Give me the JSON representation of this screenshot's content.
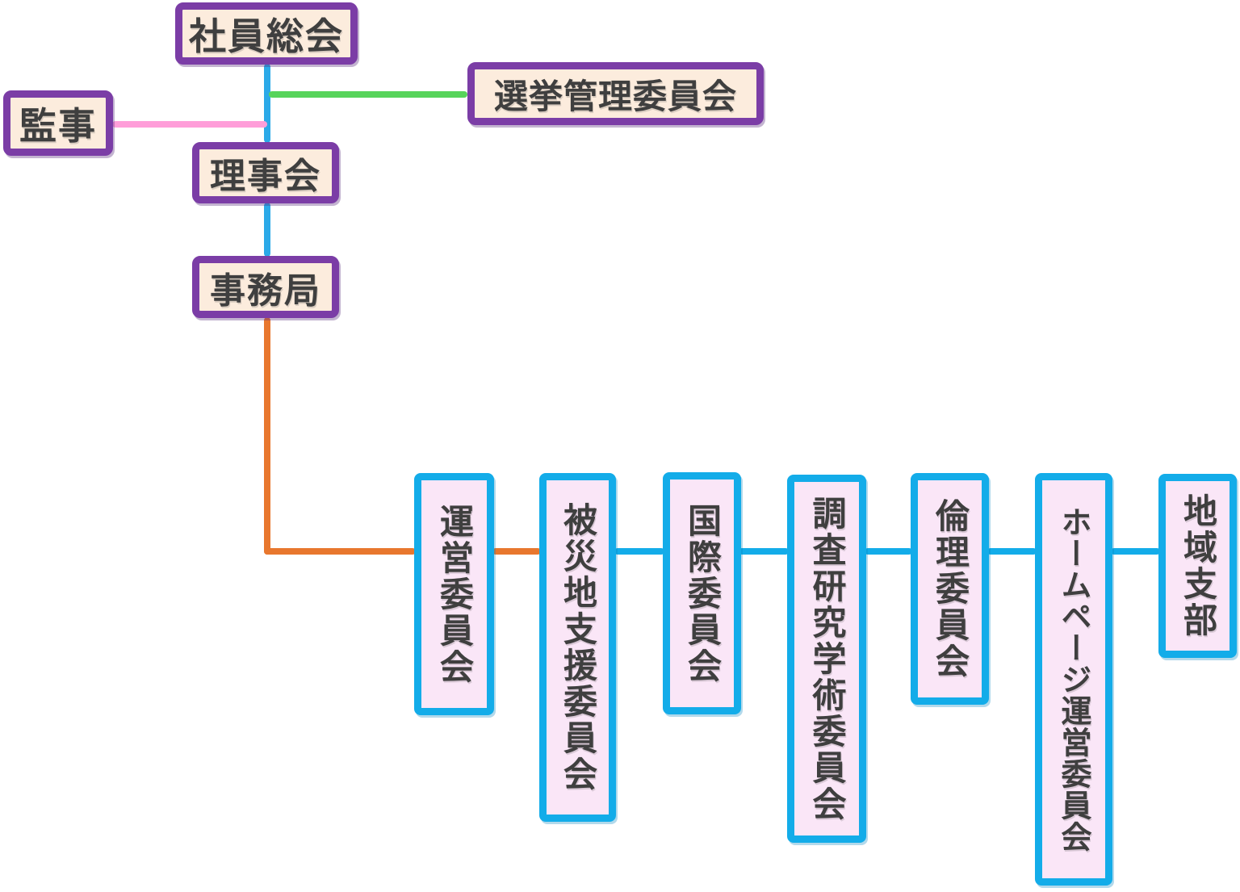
{
  "diagram": {
    "type": "organization-chart",
    "language": "ja",
    "nodes": {
      "general_meeting": {
        "label": "社員総会",
        "style": "purple-horizontal"
      },
      "auditor": {
        "label": "監事",
        "style": "purple-horizontal"
      },
      "election_committee": {
        "label": "選挙管理委員会",
        "style": "purple-horizontal"
      },
      "board": {
        "label": "理事会",
        "style": "purple-horizontal"
      },
      "secretariat": {
        "label": "事務局",
        "style": "purple-horizontal"
      },
      "steering": {
        "label": "運営委員会",
        "style": "cyan-vertical"
      },
      "disaster_support": {
        "label": "被災地支援委員会",
        "style": "cyan-vertical"
      },
      "international": {
        "label": "国際委員会",
        "style": "cyan-vertical"
      },
      "research_academic": {
        "label": "調査研究学術委員会",
        "style": "cyan-vertical"
      },
      "ethics": {
        "label": "倫理委員会",
        "style": "cyan-vertical"
      },
      "website": {
        "label": "ホームページ運営委員会",
        "style": "cyan-vertical"
      },
      "regional_branch": {
        "label": "地域支部",
        "style": "cyan-vertical"
      }
    },
    "edges": [
      {
        "from": "general_meeting",
        "to": "board",
        "color": "#2ba9e8"
      },
      {
        "from": "board",
        "to": "secretariat",
        "color": "#2ba9e8"
      },
      {
        "from": "general_meeting",
        "to": "election_committee",
        "color": "#57d45b"
      },
      {
        "from": "auditor",
        "to": "general_meeting",
        "color": "#ff9ed9"
      },
      {
        "from": "secretariat",
        "to": "steering",
        "color": "#e8772e"
      },
      {
        "from": "steering",
        "to": "disaster_support",
        "color": "#e8772e"
      },
      {
        "from": "disaster_support",
        "to": "international",
        "color": "#13ace9"
      },
      {
        "from": "international",
        "to": "research_academic",
        "color": "#13ace9"
      },
      {
        "from": "research_academic",
        "to": "ethics",
        "color": "#13ace9"
      },
      {
        "from": "ethics",
        "to": "website",
        "color": "#13ace9"
      },
      {
        "from": "website",
        "to": "regional_branch",
        "color": "#13ace9"
      }
    ],
    "colors": {
      "purple_border": "#7b3da6",
      "cream_fill": "#fcecdd",
      "cyan_border": "#13ace9",
      "pink_fill": "#fae6f7",
      "blue_line": "#2ba9e8",
      "green_line": "#57d45b",
      "pink_line": "#ff9ed9",
      "orange_line": "#e8772e",
      "text": "#3f3f3f",
      "background": "#ffffff"
    }
  }
}
